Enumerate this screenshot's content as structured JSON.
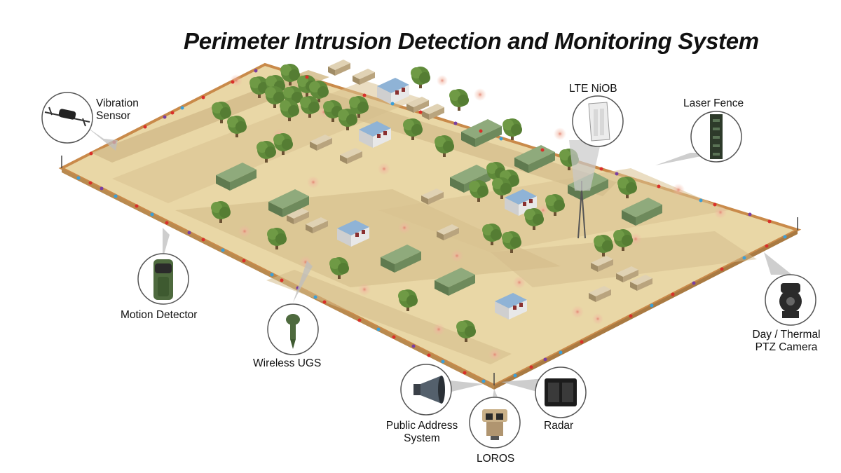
{
  "title": "Perimeter Intrusion Detection and Monitoring System",
  "callouts": {
    "vibration_sensor": {
      "line1": "Vibration",
      "line2": "Sensor"
    },
    "lte_niob": {
      "label": "LTE NiOB"
    },
    "laser_fence": {
      "label": "Laser Fence"
    },
    "motion_detector": {
      "label": "Motion Detector"
    },
    "wireless_ugs": {
      "label": "Wireless UGS"
    },
    "day_thermal_camera": {
      "line1": "Day / Thermal",
      "line2": "PTZ Camera"
    },
    "public_address": {
      "line1": "Public Address",
      "line2": "System"
    },
    "loros": {
      "label": "LOROS"
    },
    "radar": {
      "label": "Radar"
    }
  },
  "colors": {
    "ground": "#e9d7a6",
    "road": "#d3bc8b",
    "fence": "#c98a4a",
    "tent": "#7e9a6c",
    "tree": "#5f8a3a",
    "callout_cone": "#b9b9b9",
    "sensor_red": "#d9302a",
    "sensor_blue": "#3b9fd8",
    "sensor_purple": "#7a3fa0"
  }
}
